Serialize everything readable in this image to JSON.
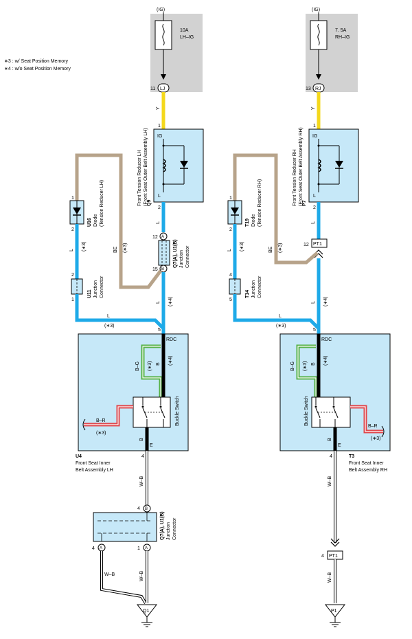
{
  "legend": {
    "note3": "∗3 : w/ Seat Position Memory",
    "note4": "∗4 : w/o Seat Position Memory"
  },
  "colors": {
    "blue": "#1eaae8",
    "yellow": "#f4d81c",
    "beige": "#b7a38a",
    "black": "#000000",
    "green": "#57b248",
    "red": "#e0474c",
    "box": "#c6e8f8",
    "fusebox": "#d2d2d2"
  },
  "left": {
    "ig": "(IG)",
    "fuse_amp": "10A",
    "fuse_name": "LH–IG",
    "pin_lj": "11",
    "conn_lj": "LJ",
    "wire_y": "Y",
    "q9_pin_ig_num": "1",
    "q9_ig": "IG",
    "q9_l": "L",
    "q9_pin2": "2",
    "q9_id": "Q9",
    "q9_name1": "Front Tension Reducer LH",
    "q9_name2": "(Front Seat Outer Belt Assembly LH)",
    "wire_l1": "L",
    "q7_pin12": "12",
    "q7_a": "A",
    "q7_pin15": "15",
    "q7_b": "B",
    "q7_id": "Q7(A), U1(B)",
    "q7_name1": "Junction",
    "q7_name2": "Connector",
    "wire_l2": "L",
    "note_4": "(∗4)",
    "u16_pin1": "1",
    "u16_pin2": "2",
    "u16_id": "U16",
    "u16_name1": "Diode",
    "u16_name2": "(Tension Reducer LH)",
    "wire_l3": "L",
    "note_3a": "(∗3)",
    "wire_be": "BE",
    "note_3b": "(∗3)",
    "u11_pin2": "2",
    "u11_pin1": "1",
    "u11_id": "U11",
    "u11_name1": "Junction",
    "u11_name2": "Connector",
    "wire_l4": "L",
    "note_3c": "(∗3)",
    "u4_pin5": "5",
    "rdc": "RDC",
    "wire_bg": "B–G",
    "note_3d": "(∗3)",
    "wire_b": "B",
    "note_4b": "(∗4)",
    "buckle": "Buckle Switch",
    "wire_br": "B–R",
    "note_3e": "(∗3)",
    "wire_b2": "B",
    "e": "E",
    "u4_pin4": "4",
    "u4_id": "U4",
    "u4_name1": "Front Seat Inner",
    "u4_name2": "Belt Assembly LH",
    "wire_wb": "W–B",
    "jc_pin4": "4",
    "jc_b": "B",
    "jc_id": "Q7(A), U1(B)",
    "jc_name1": "Junction",
    "jc_name2": "Connector",
    "jc_pin4a": "4",
    "jc_a1": "A",
    "jc_a2": "A",
    "jc_pin1": "1",
    "wire_wb2": "W–B",
    "wire_wb3": "W–B",
    "ground": "Q1"
  },
  "right": {
    "ig": "(IG)",
    "fuse_amp": "7. 5A",
    "fuse_name": "RH–IG",
    "pin_rj": "13",
    "conn_rj": "RJ",
    "wire_y": "Y",
    "p7_pin_ig_num": "1",
    "p7_ig": "IG",
    "p7_l": "L",
    "p7_pin2": "2",
    "p7_id": "P7",
    "p7_name1": "Front Tension Reducer RH",
    "p7_name2": "(Front Seat Outer Belt Assembly RH)",
    "wire_l1": "L",
    "pt1_pin12": "12",
    "pt1": "PT1",
    "wire_l2": "L",
    "note_4": "(∗4)",
    "t19_pin1": "1",
    "t19_pin2": "2",
    "t19_id": "T19",
    "t19_name1": "Diode",
    "t19_name2": "(Tension Reducer RH)",
    "wire_l3": "L",
    "note_3a": "(∗3)",
    "wire_be": "BE",
    "note_3b": "(∗3)",
    "t14_pin4": "4",
    "t14_pin5": "5",
    "t14_id": "T14",
    "t14_name1": "Junction",
    "t14_name2": "Connector",
    "wire_l4": "L",
    "note_3c": "(∗3)",
    "t3_pin5": "5",
    "rdc": "RDC",
    "wire_bg": "B–G",
    "note_3d": "(∗3)",
    "wire_b": "B",
    "note_4b": "(∗4)",
    "buckle": "Buckle Switch",
    "wire_br": "B–R",
    "note_3e": "(∗3)",
    "wire_b2": "B",
    "e": "E",
    "t3_pin4": "4",
    "t3_id": "T3",
    "t3_name1": "Front Seat Inner",
    "t3_name2": "Belt Assembly RH",
    "wire_wb": "W–B",
    "pt1b_pin4": "4",
    "pt1b": "PT1",
    "wire_wb2": "W–B",
    "ground": "P1"
  }
}
